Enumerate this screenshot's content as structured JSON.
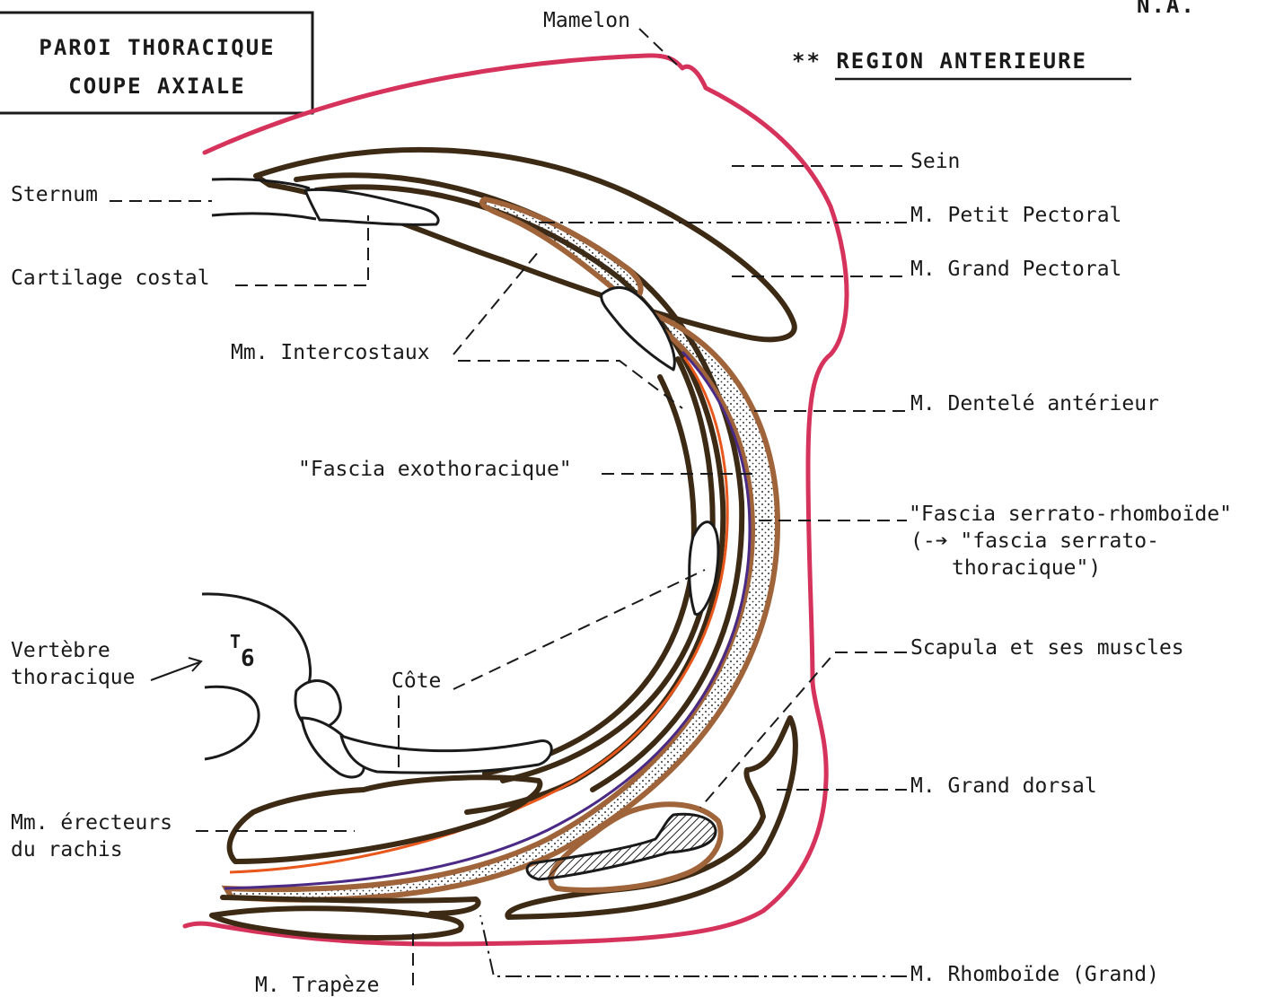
{
  "title_box": {
    "line1": "PAROI  THORACIQUE",
    "line2": "COUPE  AXIALE"
  },
  "corner_note": "N.A.",
  "region_title": "**  REGION  ANTERIEURE",
  "labels": {
    "mamelon": "Mamelon",
    "sein": "Sein",
    "petit_pectoral": "M. Petit Pectoral",
    "grand_pectoral": "M. Grand Pectoral",
    "dentele": "M. Dentelé antérieur",
    "fascia_serrato_1": "\"Fascia serrato-rhomboïde\"",
    "fascia_serrato_2": "(-➔  \"fascia serrato-",
    "fascia_serrato_3": "thoracique\")",
    "scapula": "Scapula et ses muscles",
    "grand_dorsal": "M. Grand dorsal",
    "rhomboide": "M. Rhomboïde (Grand)",
    "sternum": "Sternum",
    "cartilage": "Cartilage costal",
    "intercostaux": "Mm. Intercostaux",
    "fascia_exo": "\"Fascia exothoracique\"",
    "vertebre_1": "Vertèbre",
    "vertebre_2": "thoracique",
    "t6_letter": "T",
    "t6_number": "6",
    "cote": "Côte",
    "erecteurs_1": "Mm. érecteurs",
    "erecteurs_2": "du rachis",
    "trapeze": "M. Trapèze"
  }
}
